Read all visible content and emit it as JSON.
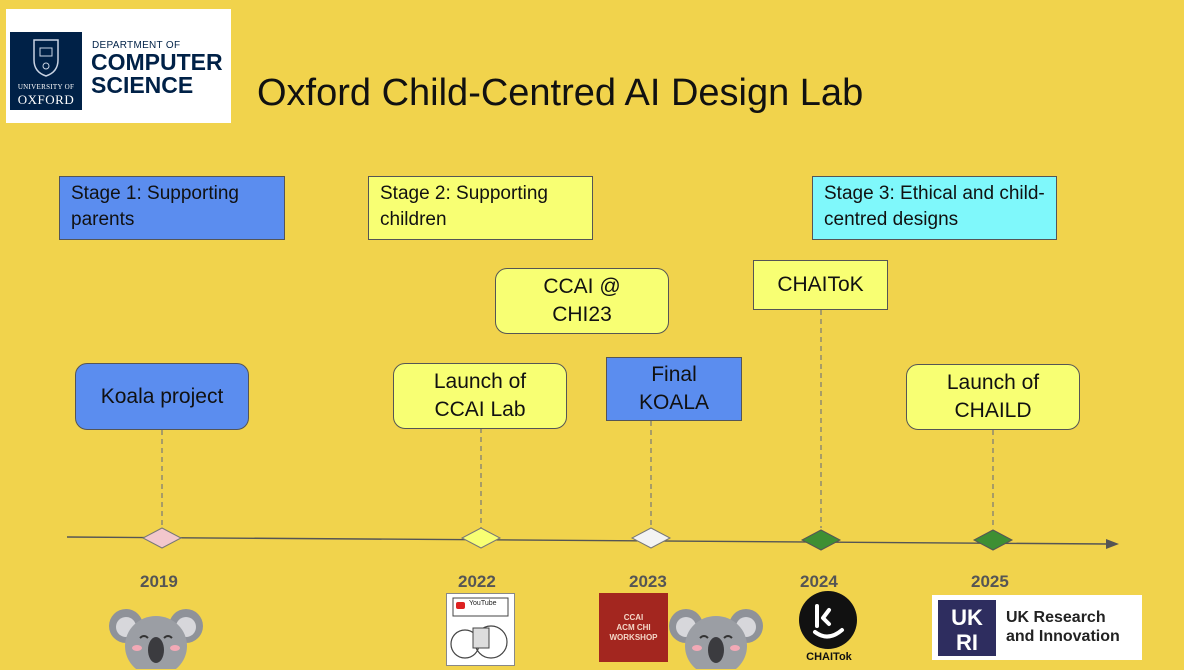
{
  "header": {
    "logo": {
      "university_line": "UNIVERSITY OF",
      "university_name": "OXFORD",
      "dept_line1": "DEPARTMENT OF",
      "dept_line2": "COMPUTER",
      "dept_line3": "SCIENCE"
    },
    "title": "Oxford Child-Centred AI Design Lab"
  },
  "stages": [
    {
      "label": "Stage 1: Supporting parents",
      "color": "#5b8def"
    },
    {
      "label": "Stage 2: Supporting children",
      "color": "#f8ff73"
    },
    {
      "label": "Stage 3: Ethical and child-centred designs",
      "color": "#7ff8fb"
    }
  ],
  "events": [
    {
      "label": "Koala project",
      "year": "2019",
      "color": "#5b8def"
    },
    {
      "label": "Launch of\nCCAI Lab",
      "year": "2022",
      "color": "#f8ff73"
    },
    {
      "label": "CCAI @\nCHI23",
      "year": "2023",
      "color": "#f8ff73"
    },
    {
      "label": "Final\nKOALA",
      "year": "2023",
      "color": "#5b8def"
    },
    {
      "label": "CHAIToK",
      "year": "2024",
      "color": "#f8ff73"
    },
    {
      "label": "Launch of\nCHAILD",
      "year": "2025",
      "color": "#f8ff73"
    }
  ],
  "timeline": {
    "milestones": [
      {
        "year": "2019",
        "marker_color": "#f2c7cc"
      },
      {
        "year": "2022",
        "marker_color": "#f8ff73"
      },
      {
        "year": "2023",
        "marker_color": "#f3f3f3"
      },
      {
        "year": "2024",
        "marker_color": "#3e8f33"
      },
      {
        "year": "2025",
        "marker_color": "#3e8f33"
      }
    ]
  },
  "images": {
    "youtube_label": "YouTube",
    "ccai_workshop": "CCAI\nACM CHI\nWORKSHOP",
    "chaitok_caption": "CHAITok",
    "ukri_logo": "UKRI",
    "ukri_name_line1": "UK Research",
    "ukri_name_line2": "and Innovation"
  }
}
